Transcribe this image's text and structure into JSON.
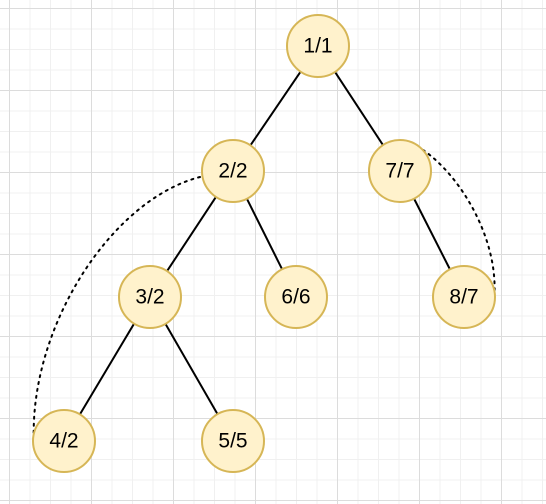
{
  "diagram": {
    "nodes": [
      {
        "id": "n1",
        "label": "1/1"
      },
      {
        "id": "n2",
        "label": "2/2"
      },
      {
        "id": "n7",
        "label": "7/7"
      },
      {
        "id": "n3",
        "label": "3/2"
      },
      {
        "id": "n6",
        "label": "6/6"
      },
      {
        "id": "n8",
        "label": "8/7"
      },
      {
        "id": "n4",
        "label": "4/2"
      },
      {
        "id": "n5",
        "label": "5/5"
      }
    ],
    "edges": [
      {
        "from": "n1",
        "to": "n2"
      },
      {
        "from": "n1",
        "to": "n7"
      },
      {
        "from": "n2",
        "to": "n3"
      },
      {
        "from": "n2",
        "to": "n6"
      },
      {
        "from": "n7",
        "to": "n8"
      },
      {
        "from": "n3",
        "to": "n4"
      },
      {
        "from": "n3",
        "to": "n5"
      }
    ],
    "dotted_links": [
      {
        "from": "n2",
        "to": "n4"
      },
      {
        "from": "n7",
        "to": "n8"
      }
    ],
    "colors": {
      "node_fill": "#fff2cc",
      "node_stroke": "#d6b656",
      "line": "#000000",
      "grid": "#dcdcdc"
    }
  }
}
